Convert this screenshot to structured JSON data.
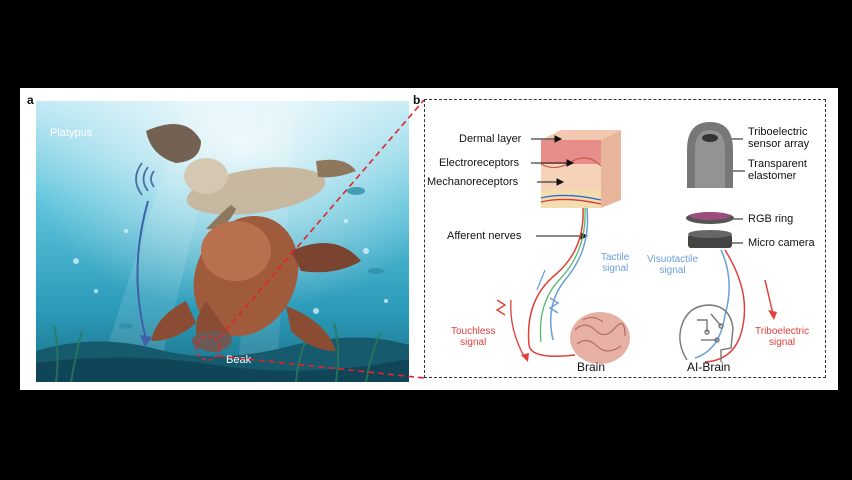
{
  "panel_a": {
    "letter": "a",
    "animal_label": "Platypus",
    "beak_label": "Beak"
  },
  "panel_b": {
    "letter": "b",
    "bio_labels": [
      "Dermal layer",
      "Electroreceptors",
      "Mechanoreceptors",
      "Afferent nerves"
    ],
    "device_labels": {
      "sensor_array": "Triboelectric\nsensor array",
      "elastomer": "Transparent\nelastomer",
      "rgb_ring": "RGB ring",
      "camera": "Micro camera"
    },
    "signals": {
      "tactile": "Tactile\nsignal",
      "touchless": "Touchless\nsignal",
      "visuotactile": "Visuotactile\nsignal",
      "triboelectric": "Triboelectric\nsignal"
    },
    "brain_label": "Brain",
    "ai_brain_label": "AI-Brain"
  },
  "colors": {
    "red_signal": "#e0403a",
    "blue_signal": "#6a9fd8",
    "water_top": "#9fdcf0",
    "water_bottom": "#1f86a6",
    "platypus_brown": "#a05a3c"
  }
}
